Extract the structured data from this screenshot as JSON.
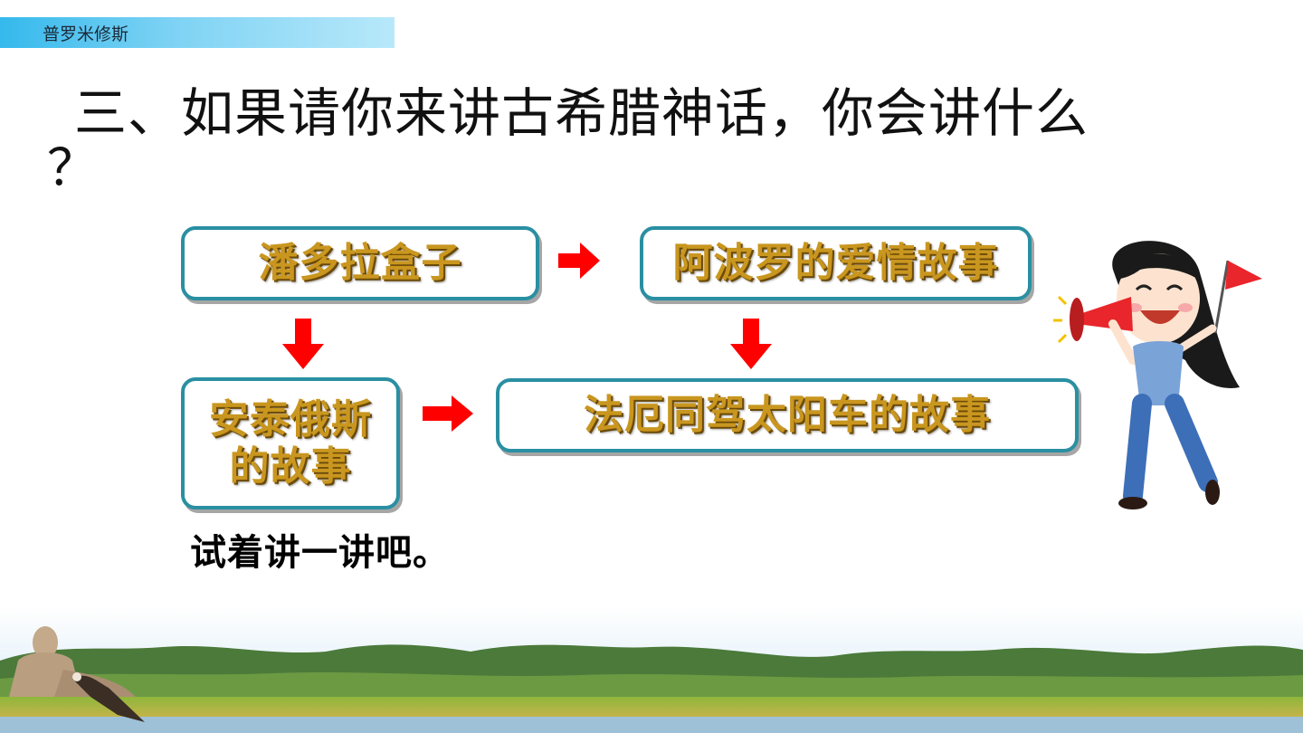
{
  "banner": {
    "label": "普罗米修斯"
  },
  "heading": {
    "line1": "三、如果请你来讲古希腊神话，你会讲什么",
    "line2": "？"
  },
  "flow": {
    "boxes": [
      {
        "label": "潘多拉盒子"
      },
      {
        "label": "阿波罗的爱情故事"
      },
      {
        "label": "安泰俄斯的故事"
      },
      {
        "label": "法厄同驾太阳车的故事"
      }
    ]
  },
  "note": {
    "text": "试着讲一讲吧。"
  },
  "colors": {
    "box_border": "#2a8fa2",
    "box_text": "#c9961f",
    "arrow": "#ff0000",
    "banner": "#35b9ec"
  }
}
